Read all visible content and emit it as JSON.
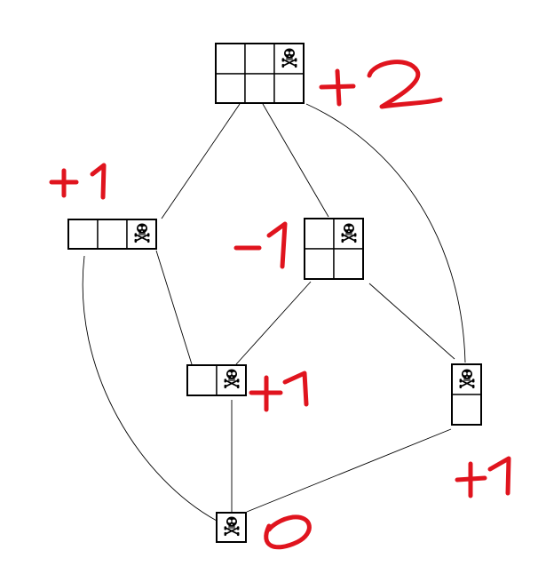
{
  "diagram": {
    "nodes": [
      {
        "id": "grid-2x3",
        "rows": 2,
        "cols": 3,
        "skull_cell": "row1-col3",
        "label": "+2"
      },
      {
        "id": "strip-1x3",
        "rows": 1,
        "cols": 3,
        "skull_cell": "row1-col3",
        "label": "+1"
      },
      {
        "id": "grid-2x2",
        "rows": 2,
        "cols": 2,
        "skull_cell": "row1-col2",
        "label": "-1"
      },
      {
        "id": "strip-1x2",
        "rows": 1,
        "cols": 2,
        "skull_cell": "row1-col2",
        "label": "+1"
      },
      {
        "id": "strip-2x1",
        "rows": 2,
        "cols": 1,
        "skull_cell": "row1-col1",
        "label": "+1"
      },
      {
        "id": "single-1x1",
        "rows": 1,
        "cols": 1,
        "skull_cell": "row1-col1",
        "label": "0"
      }
    ],
    "edges": [
      [
        "grid-2x3",
        "strip-1x3"
      ],
      [
        "grid-2x3",
        "grid-2x2"
      ],
      [
        "grid-2x3",
        "strip-2x1"
      ],
      [
        "strip-1x3",
        "strip-1x2"
      ],
      [
        "strip-1x3",
        "single-1x1"
      ],
      [
        "grid-2x2",
        "strip-1x2"
      ],
      [
        "grid-2x2",
        "strip-2x1"
      ],
      [
        "strip-1x2",
        "single-1x1"
      ],
      [
        "strip-2x1",
        "single-1x1"
      ]
    ],
    "skull_icon": "skull-and-crossbones-icon",
    "annotation_color": "#e0141e"
  }
}
